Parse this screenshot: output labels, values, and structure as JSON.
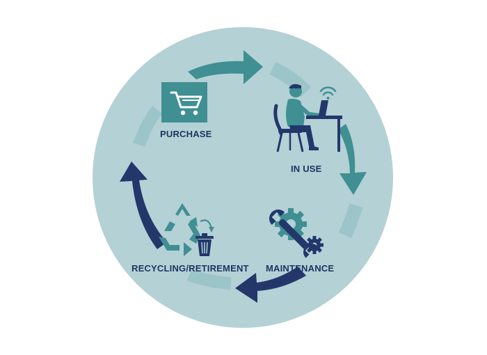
{
  "stages": {
    "purchase": {
      "label": "PURCHASE",
      "icon": "shopping-cart-icon"
    },
    "in_use": {
      "label": "IN USE",
      "icon": "person-at-laptop-icon"
    },
    "maintenance": {
      "label": "MAINTENANCE",
      "icon": "wrench-gears-icon"
    },
    "recycling": {
      "label": "RECYCLING/RETIREMENT",
      "icon": "recycle-trash-icon"
    }
  },
  "colors": {
    "circle_fill": "#b4d1d6",
    "teal": "#3f8f93",
    "teal_light": "#8fc0c4",
    "navy": "#23376b",
    "label_text": "#1f3461",
    "background": "#ffffff"
  }
}
